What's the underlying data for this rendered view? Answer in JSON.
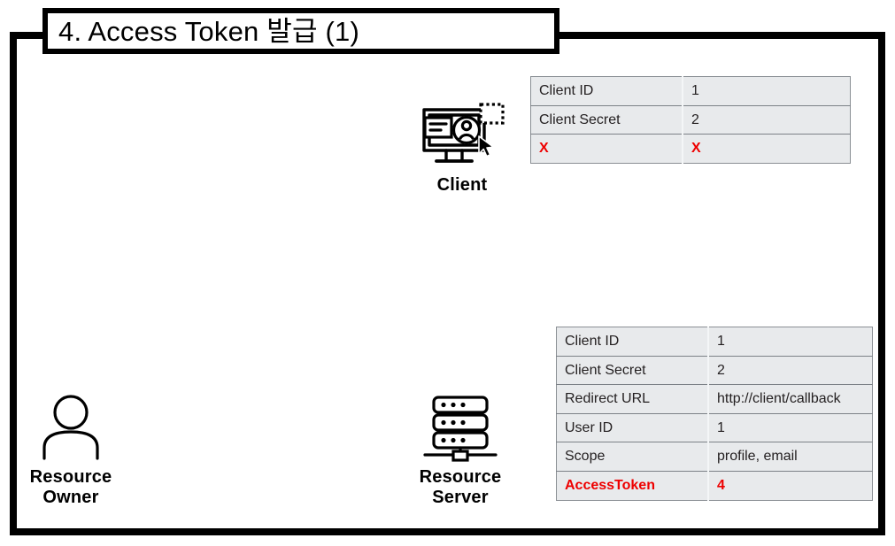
{
  "slide": {
    "title": "4. Access Token 발급 (1)",
    "frame_color": "#000000",
    "background": "#ffffff"
  },
  "nodes": {
    "resource_owner": {
      "label": "Resource\nOwner",
      "icon": "person-icon"
    },
    "client": {
      "label": "Client",
      "icon": "monitor-user-icon"
    },
    "resource_server": {
      "label": "Resource\nServer",
      "icon": "server-rack-icon"
    }
  },
  "tables": {
    "client_table": {
      "accent_color": "#ee0000",
      "rows": [
        {
          "key": "Client ID",
          "value": "1",
          "accent": false
        },
        {
          "key": "Client Secret",
          "value": "2",
          "accent": false
        },
        {
          "key": "X",
          "value": "X",
          "accent": true
        }
      ]
    },
    "server_table": {
      "accent_color": "#ee0000",
      "rows": [
        {
          "key": "Client ID",
          "value": "1",
          "accent": false
        },
        {
          "key": "Client Secret",
          "value": "2",
          "accent": false
        },
        {
          "key": "Redirect URL",
          "value": "http://client/callback",
          "accent": false
        },
        {
          "key": "User ID",
          "value": "1",
          "accent": false
        },
        {
          "key": "Scope",
          "value": "profile, email",
          "accent": false
        },
        {
          "key": "AccessToken",
          "value": "4",
          "accent": true
        }
      ]
    }
  }
}
